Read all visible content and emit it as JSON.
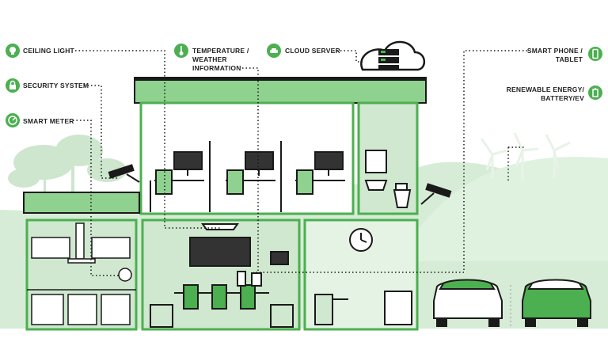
{
  "labels": {
    "ceiling_light": "CEILING LIGHT",
    "security_system": "SECURITY SYSTEM",
    "smart_meter": "SMART METER",
    "temperature_line1": "TEMPERATURE /",
    "temperature_line2": "WEATHER",
    "temperature_line3": "INFORMATION",
    "cloud_server": "CLOUD SERVER",
    "smart_phone_line1": "SMART PHONE /",
    "smart_phone_line2": "TABLET",
    "renewable_line1": "RENEWABLE ENERGY/",
    "renewable_line2": "BATTERY/EV"
  },
  "colors": {
    "accent": "#4caf50",
    "accent_light": "#8fd18f",
    "bg_green": "#cfe8cf",
    "line": "#1a1a1a"
  },
  "icons": {
    "ceiling_light": "lightbulb-icon",
    "security_system": "lock-icon",
    "smart_meter": "meter-icon",
    "temperature": "thermometer-icon",
    "cloud_server": "car-icon",
    "smart_phone": "smartphone-icon",
    "renewable": "battery-icon"
  }
}
